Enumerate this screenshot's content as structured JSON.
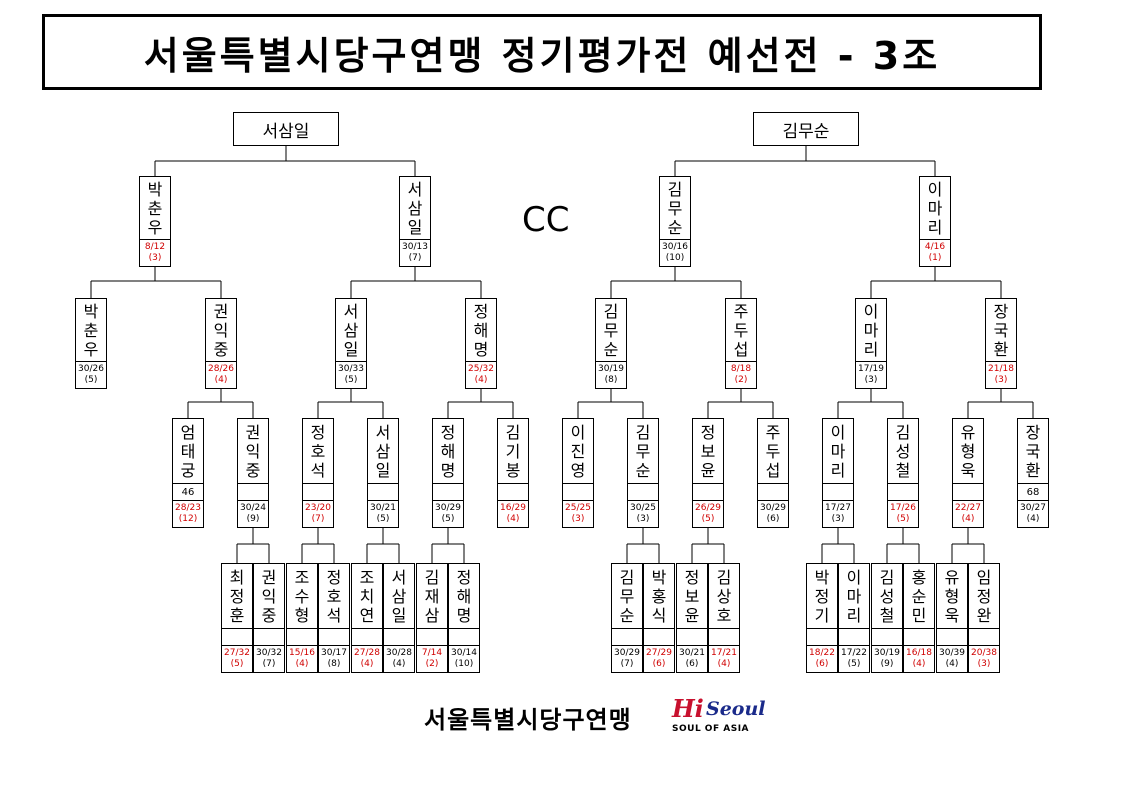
{
  "title": "서울특별시당구연맹 정기평가전 예선전 - 3조",
  "cc_label": "CC",
  "footer": {
    "org_name": "서울특별시당구연맹",
    "logo_hi": "Hi",
    "logo_seoul": "Seoul",
    "logo_tagline": "SOUL OF ASIA"
  },
  "roots": [
    {
      "name": "서삼일"
    },
    {
      "name": "김무순"
    }
  ],
  "nodes": [
    {
      "name": "박춘우",
      "sc1": "8/12",
      "sc2": "(3)",
      "red": true
    },
    {
      "name": "서삼일",
      "sc1": "30/13",
      "sc2": "(7)",
      "red": false
    },
    {
      "name": "김무순",
      "sc1": "30/16",
      "sc2": "(10)",
      "red": false
    },
    {
      "name": "이마리",
      "sc1": "4/16",
      "sc2": "(1)",
      "red": true
    },
    {
      "name": "박춘우",
      "sc1": "30/26",
      "sc2": "(5)",
      "red": false
    },
    {
      "name": "권익중",
      "sc1": "28/26",
      "sc2": "(4)",
      "red": true
    },
    {
      "name": "서삼일",
      "sc1": "30/33",
      "sc2": "(5)",
      "red": false
    },
    {
      "name": "정해명",
      "sc1": "25/32",
      "sc2": "(4)",
      "red": true
    },
    {
      "name": "김무순",
      "sc1": "30/19",
      "sc2": "(8)",
      "red": false
    },
    {
      "name": "주두섭",
      "sc1": "8/18",
      "sc2": "(2)",
      "red": true
    },
    {
      "name": "이마리",
      "sc1": "17/19",
      "sc2": "(3)",
      "red": false
    },
    {
      "name": "장국환",
      "sc1": "21/18",
      "sc2": "(3)",
      "red": true
    },
    {
      "name": "엄태궁",
      "num": "46",
      "sc1": "28/23",
      "sc2": "(12)",
      "red": true
    },
    {
      "name": "권익중",
      "num": "",
      "sc1": "30/24",
      "sc2": "(9)",
      "red": false
    },
    {
      "name": "정호석",
      "num": "",
      "sc1": "23/20",
      "sc2": "(7)",
      "red": true
    },
    {
      "name": "서삼일",
      "num": "",
      "sc1": "30/21",
      "sc2": "(5)",
      "red": false
    },
    {
      "name": "정해명",
      "num": "",
      "sc1": "30/29",
      "sc2": "(5)",
      "red": false
    },
    {
      "name": "김기봉",
      "num": "",
      "sc1": "16/29",
      "sc2": "(4)",
      "red": true
    },
    {
      "name": "이진영",
      "num": "",
      "sc1": "25/25",
      "sc2": "(3)",
      "red": true
    },
    {
      "name": "김무순",
      "num": "",
      "sc1": "30/25",
      "sc2": "(3)",
      "red": false
    },
    {
      "name": "정보윤",
      "num": "",
      "sc1": "26/29",
      "sc2": "(5)",
      "red": true
    },
    {
      "name": "주두섭",
      "num": "",
      "sc1": "30/29",
      "sc2": "(6)",
      "red": false
    },
    {
      "name": "이마리",
      "num": "",
      "sc1": "17/27",
      "sc2": "(3)",
      "red": false
    },
    {
      "name": "김성철",
      "num": "",
      "sc1": "17/26",
      "sc2": "(5)",
      "red": true
    },
    {
      "name": "유형욱",
      "num": "",
      "sc1": "22/27",
      "sc2": "(4)",
      "red": true
    },
    {
      "name": "장국환",
      "num": "68",
      "sc1": "30/27",
      "sc2": "(4)",
      "red": false
    },
    {
      "name": "최정훈",
      "num": "",
      "sc1": "27/32",
      "sc2": "(5)",
      "red": true
    },
    {
      "name": "권익중",
      "num": "",
      "sc1": "30/32",
      "sc2": "(7)",
      "red": false
    },
    {
      "name": "조수형",
      "num": "",
      "sc1": "15/16",
      "sc2": "(4)",
      "red": true
    },
    {
      "name": "정호석",
      "num": "",
      "sc1": "30/17",
      "sc2": "(8)",
      "red": false
    },
    {
      "name": "조치연",
      "num": "",
      "sc1": "27/28",
      "sc2": "(4)",
      "red": true
    },
    {
      "name": "서삼일",
      "num": "",
      "sc1": "30/28",
      "sc2": "(4)",
      "red": false
    },
    {
      "name": "김재삼",
      "num": "",
      "sc1": "7/14",
      "sc2": "(2)",
      "red": true
    },
    {
      "name": "정해명",
      "num": "",
      "sc1": "30/14",
      "sc2": "(10)",
      "red": false
    },
    {
      "name": "김무순",
      "num": "",
      "sc1": "30/29",
      "sc2": "(7)",
      "red": false
    },
    {
      "name": "박홍식",
      "num": "",
      "sc1": "27/29",
      "sc2": "(6)",
      "red": true
    },
    {
      "name": "정보윤",
      "num": "",
      "sc1": "30/21",
      "sc2": "(6)",
      "red": false
    },
    {
      "name": "김상호",
      "num": "",
      "sc1": "17/21",
      "sc2": "(4)",
      "red": true
    },
    {
      "name": "박정기",
      "num": "",
      "sc1": "18/22",
      "sc2": "(6)",
      "red": true
    },
    {
      "name": "이마리",
      "num": "",
      "sc1": "17/22",
      "sc2": "(5)",
      "red": false
    },
    {
      "name": "김성철",
      "num": "",
      "sc1": "30/19",
      "sc2": "(9)",
      "red": false
    },
    {
      "name": "홍순민",
      "num": "",
      "sc1": "16/18",
      "sc2": "(4)",
      "red": true
    },
    {
      "name": "유형욱",
      "num": "",
      "sc1": "30/39",
      "sc2": "(4)",
      "red": false
    },
    {
      "name": "임정완",
      "num": "",
      "sc1": "20/38",
      "sc2": "(3)",
      "red": true
    }
  ]
}
